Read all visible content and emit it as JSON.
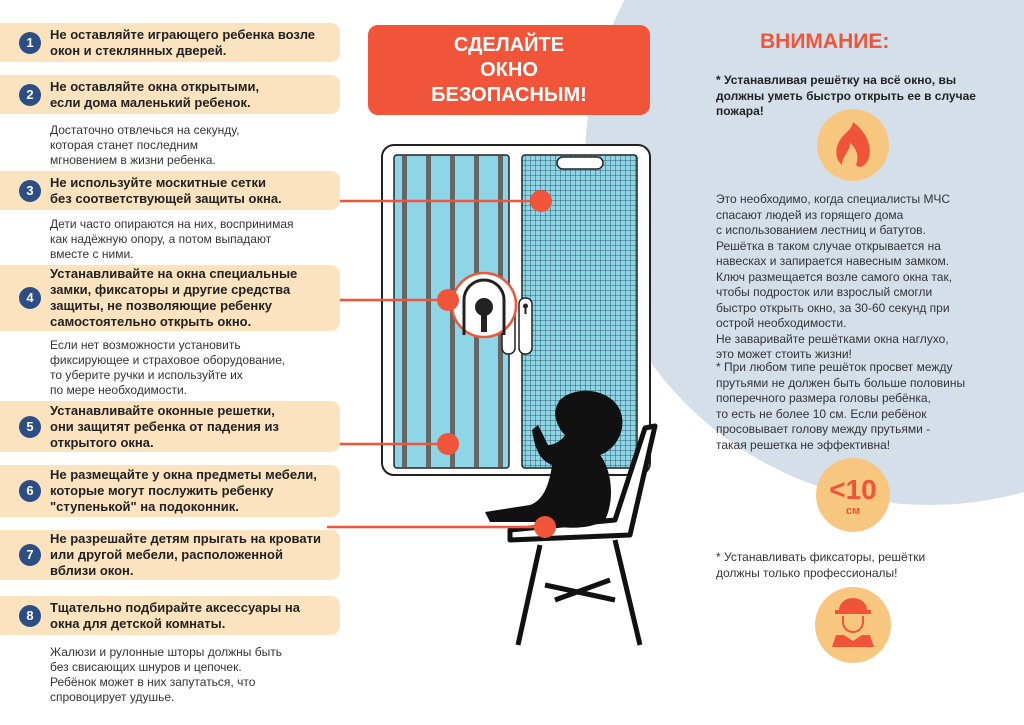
{
  "title": "СДЕЛАЙТЕ\nОКНО\nБЕЗОПАСНЫМ!",
  "rules": [
    {
      "number": "1",
      "heading": "Не оставляйте играющего ребенка возле\nокон и стеклянных дверей.",
      "note": ""
    },
    {
      "number": "2",
      "heading": "Не оставляйте окна открытыми,\nесли дома маленький ребенок.",
      "note": "Достаточно отвлечься на секунду,\nкоторая станет последним\nмгновением в жизни ребенка."
    },
    {
      "number": "3",
      "heading": "Не используйте москитные сетки\nбез соответствующей защиты окна.",
      "note": "Дети часто опираются на них, воспринимая\nкак надёжную опору, а потом выпадают\nвместе с ними."
    },
    {
      "number": "4",
      "heading": "Устанавливайте на окна специальные\nзамки, фиксаторы и другие средства\nзащиты, не позволяющие ребенку\nсамостоятельно открыть окно.",
      "note": "Если нет возможности установить\nфиксирующее и страховое оборудование,\nто уберите ручки и используйте их\nпо мере необходимости."
    },
    {
      "number": "5",
      "heading": "Устанавливайте оконные решетки,\nони защитят ребенка от падения из\nоткрытого окна.",
      "note": ""
    },
    {
      "number": "6",
      "heading": "Не размещайте у окна предметы мебели,\nкоторые могут послужить ребенку\n \"ступенькой\" на подоконник.",
      "note": ""
    },
    {
      "number": "7",
      "heading": "Не разрешайте детям прыгать на кровати\nили другой мебели, расположенной\nвблизи окон.",
      "note": ""
    },
    {
      "number": "8",
      "heading": "Тщательно подбирайте аксессуары на\nокна для детской комнаты.",
      "note": "Жалюзи и рулонные шторы должны быть\nбез свисающих шнуров и цепочек.\nРебёнок может в них запутаться, что\nспровоцирует удушье."
    }
  ],
  "attention": {
    "heading": "ВНИМАНИЕ:",
    "fire_note": "* Устанавливая решётку на всё окно, вы\nдолжны уметь быстро открыть ее в случае\nпожара!",
    "fire_explain": "Это необходимо, когда специалисты МЧС\nспасают людей из горящего дома\nс использованием лестниц и батутов.\nРешётка в таком случае открывается на\nнавесках и запирается навесным замком.\nКлюч размещается возле самого окна так,\nчтобы подросток или взрослый смогли\nбыстро открыть окно, за 30-60 секунд при\nострой необходимости.\nНе заваривайте решётками окна наглухо,\nэто может стоить жизни!",
    "gap_note": "* При любом типе решёток просвет между\nпрутьями не должен быть больше половины\nпоперечного размера головы ребёнка,\nто есть не более 10 см. Если ребёнок\nпросовывает голову между прутьями -\nтакая решетка не эффективна!",
    "gap_badge_value": "<10",
    "gap_badge_unit": "см",
    "pro_note": "* Устанавливать фиксаторы, решётки\nдолжны только профессионалы!"
  },
  "icons": {
    "fire": "fire-icon",
    "gap": "size-limit-icon",
    "worker": "worker-hardhat-icon"
  },
  "colors": {
    "accent": "#f0553a",
    "box": "#fbe3bf",
    "number": "#2c4e84",
    "backdrop": "#d5dfea",
    "badge": "#f7c77f",
    "glass": "#8dd6e8"
  }
}
